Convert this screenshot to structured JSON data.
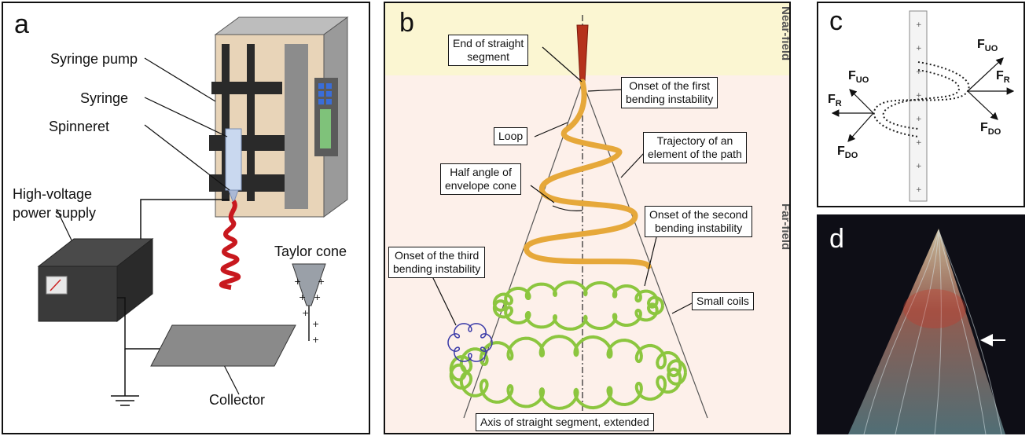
{
  "panel_a": {
    "label": "a",
    "syringe_pump": "Syringe pump",
    "syringe": "Syringe",
    "spinneret": "Spinneret",
    "hv_line1": "High-voltage",
    "hv_line2": "power supply",
    "taylor_cone": "Taylor cone",
    "collector": "Collector"
  },
  "panel_b": {
    "label": "b",
    "near_field": "Near-field",
    "far_field": "Far-field",
    "end_straight_1": "End of straight",
    "end_straight_2": "segment",
    "onset_first_1": "Onset of the first",
    "onset_first_2": "bending instability",
    "loop": "Loop",
    "trajectory_1": "Trajectory of an",
    "trajectory_2": "element of the path",
    "half_angle_1": "Half angle of",
    "half_angle_2": "envelope cone",
    "onset_second_1": "Onset of the second",
    "onset_second_2": "bending instability",
    "onset_third_1": "Onset of the third",
    "onset_third_2": "bending instability",
    "small_coils": "Small coils",
    "axis": "Axis of straight segment, extended"
  },
  "panel_c": {
    "label": "c",
    "f_uo": "F",
    "f_uo_sub": "UO",
    "f_r": "F",
    "f_r_sub": "R",
    "f_do": "F",
    "f_do_sub": "DO"
  },
  "panel_d": {
    "label": "d"
  },
  "colors": {
    "near_field_bg": "#fbf6d2",
    "far_field_bg": "#fdf0ea",
    "spiral_orange": "#e6a83a",
    "coil_green": "#8cc63f",
    "jet_red": "#c8181e"
  }
}
